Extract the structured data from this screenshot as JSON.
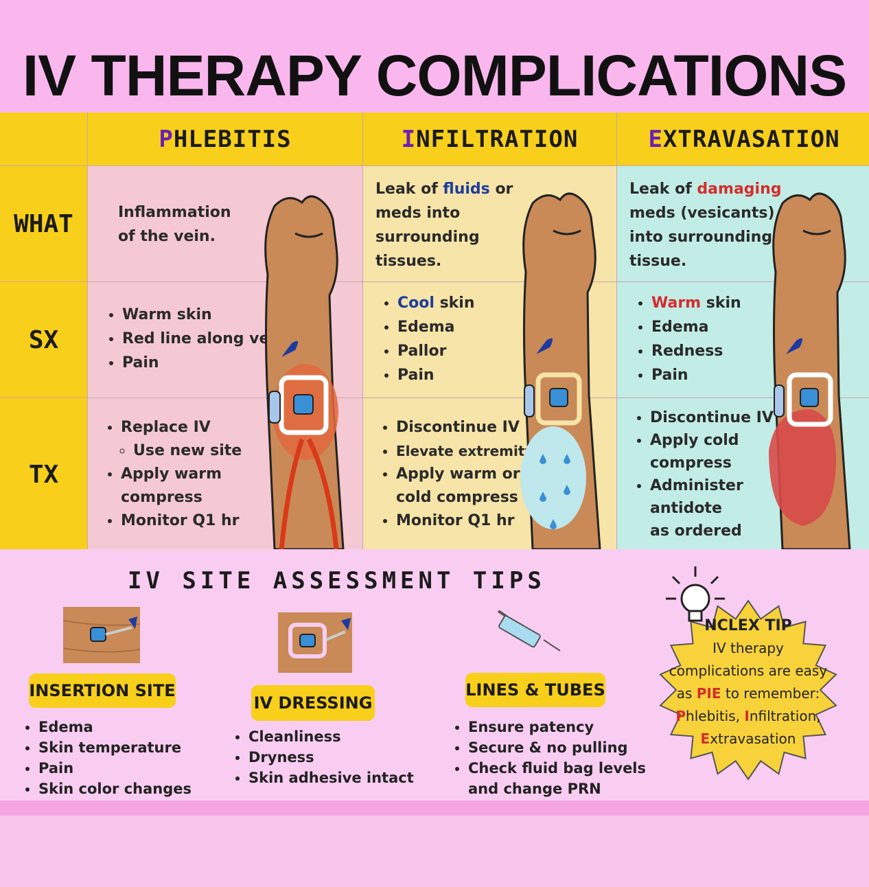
{
  "title": "IV THERAPY COMPLICATIONS",
  "columns": [
    {
      "first": "P",
      "rest": "HLEBITIS"
    },
    {
      "first": "I",
      "rest": "NFILTRATION"
    },
    {
      "first": "E",
      "rest": "XTRAVASATION"
    }
  ],
  "rows": {
    "what": "WHAT",
    "sx": "SX",
    "tx": "TX"
  },
  "phlebitis": {
    "what_1": "Inflammation",
    "what_2": "of the vein.",
    "sx": [
      "Warm skin",
      "Red line along vein",
      "Pain"
    ],
    "tx": [
      "Replace IV",
      "Use new site",
      "Apply warm",
      "compress",
      "Monitor Q1 hr"
    ]
  },
  "infiltration": {
    "what_a": "Leak of ",
    "what_b": "fluids",
    "what_c": " or",
    "what_2": "meds into",
    "what_3": "surrounding",
    "what_4": "tissues.",
    "sx_a": "Cool",
    "sx_b": " skin",
    "sx": [
      "Edema",
      "Pallor",
      "Pain"
    ],
    "tx": [
      "Discontinue IV",
      "Elevate extremity",
      "Apply warm or",
      "cold compress",
      "Monitor Q1 hr"
    ]
  },
  "extravasation": {
    "what_a": "Leak of ",
    "what_b": "damaging",
    "what_2": "meds (vesicants)",
    "what_3": "into surrounding",
    "what_4": "tissue.",
    "sx_a": "Warm",
    "sx_b": " skin",
    "sx": [
      "Edema",
      "Redness",
      "Pain"
    ],
    "tx": [
      "Discontinue IV",
      "Apply cold",
      "compress",
      "Administer",
      "antidote",
      "as ordered"
    ]
  },
  "tips": {
    "title": "IV SITE ASSESSMENT TIPS",
    "insertion": {
      "label": "INSERTION SITE",
      "items": [
        "Edema",
        "Skin temperature",
        "Pain",
        "Skin color changes"
      ]
    },
    "dressing": {
      "label": "IV DRESSING",
      "items": [
        "Cleanliness",
        "Dryness",
        "Skin adhesive intact"
      ]
    },
    "lines": {
      "label": "LINES & TUBES",
      "items": [
        "Ensure patency",
        "Secure & no pulling",
        "Check fluid bag levels",
        "and change PRN"
      ]
    }
  },
  "nclex": {
    "head": "NCLEX TIP",
    "l1": "IV therapy",
    "l2": "complications are easy",
    "l3a": "as ",
    "l3b": "PIE",
    "l3c": " to remember:",
    "p": "P",
    "p_rest": "hlebitis, ",
    "i": "I",
    "i_rest": "nfiltration,",
    "e": "E",
    "e_rest": "xtravasation"
  },
  "colors": {
    "header_yellow": "#f8cf1a",
    "phlebitis_bg": "#f5c9d4",
    "infiltration_bg": "#f6e4a8",
    "extravasation_bg": "#c2ede6",
    "accent_purple": "#6a1fb6",
    "accent_red": "#d42c2c",
    "accent_blue": "#1d3d9c"
  }
}
